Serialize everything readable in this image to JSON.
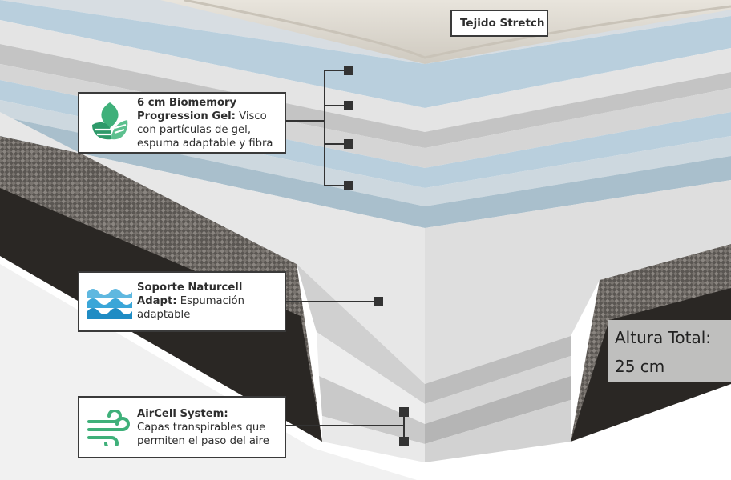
{
  "labels": {
    "stretch": {
      "title": "Tejido Stretch"
    },
    "gel": {
      "title": "6 cm Biomemory Progression Gel:",
      "description": " Visco con partículas de gel, espuma adaptable y fibra"
    },
    "naturcell": {
      "title": "Soporte Naturcell Adapt:",
      "description": " Espumación adaptable"
    },
    "aircell": {
      "title": "AirCell System:",
      "description": "Capas transpirables que permiten el paso del aire"
    }
  },
  "height": {
    "label": "Altura Total:",
    "value": "25 cm"
  },
  "icons": {
    "gel": "leaf-icon",
    "naturcell": "waves-icon",
    "aircell": "wind-icon"
  },
  "colors": {
    "foam_blue": "#b9cfdd",
    "foam_white": "#e9e9e9",
    "mesh_dark": "#2a2724",
    "accent_green": "#3fb07a",
    "accent_blue": "#3aa6d8"
  }
}
